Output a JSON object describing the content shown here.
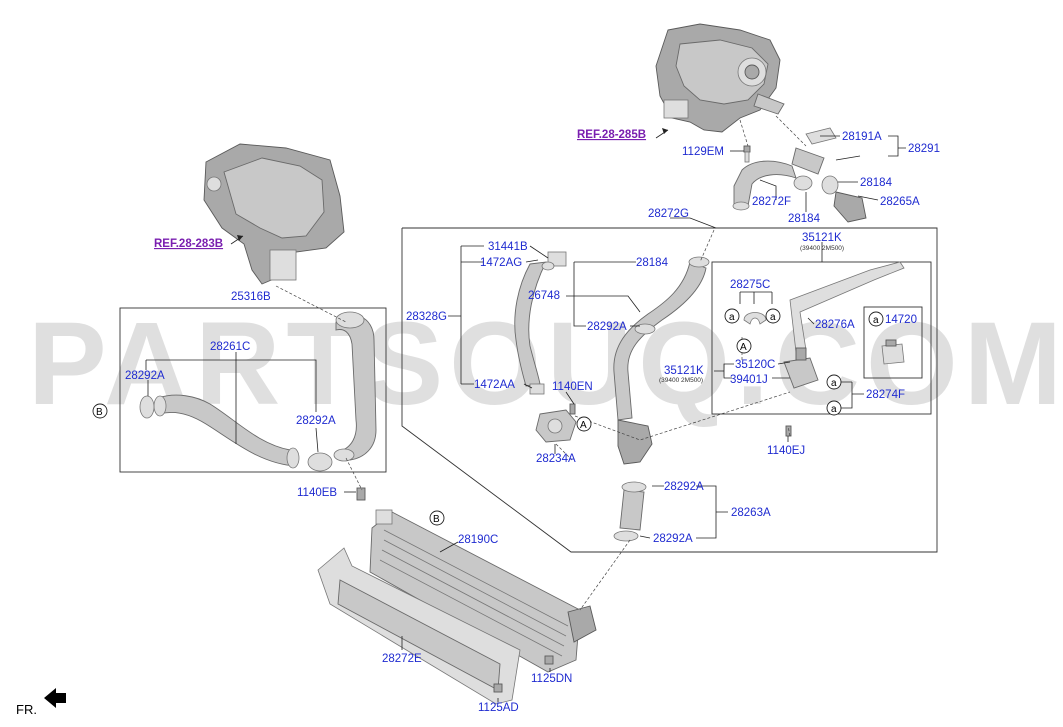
{
  "watermark": "PARTSOUQ.COM",
  "direction_label": "FR.",
  "refs": {
    "top": "REF.28-285B",
    "left": "REF.28-283B"
  },
  "labels": {
    "l28191A": "28191A",
    "l28291": "28291",
    "l1129EM": "1129EM",
    "l28184a": "28184",
    "l28184b": "28184",
    "l28184c": "28184",
    "l28265A": "28265A",
    "l28272F": "28272F",
    "l28272G": "28272G",
    "l35121K_top": "35121K",
    "l35121K_top_sub": "(39400 2M500)",
    "l31441B": "31441B",
    "l1472AG": "1472AG",
    "l26748": "26748",
    "l28328G": "28328G",
    "l28292A_mid": "28292A",
    "l1472AA": "1472AA",
    "l1140EN": "1140EN",
    "l28234A": "28234A",
    "l28275C": "28275C",
    "l28276A": "28276A",
    "l14720": "14720",
    "l35121K_mid": "35121K",
    "l35121K_mid_sub": "(39400 2M500)",
    "l35120C": "35120C",
    "l39401J": "39401J",
    "l28274F": "28274F",
    "l1140EJ": "1140EJ",
    "l25316B": "25316B",
    "l28261C": "28261C",
    "l28292A_left": "28292A",
    "l28292A_leftb": "28292A",
    "l1140EB": "1140EB",
    "l28190C": "28190C",
    "l28272E": "28272E",
    "l1125DN": "1125DN",
    "l1125AD": "1125AD",
    "l28292A_r1": "28292A",
    "l28263A": "28263A",
    "l28292A_r2": "28292A"
  },
  "callouts": {
    "a": "a",
    "A": "A",
    "B": "B"
  }
}
